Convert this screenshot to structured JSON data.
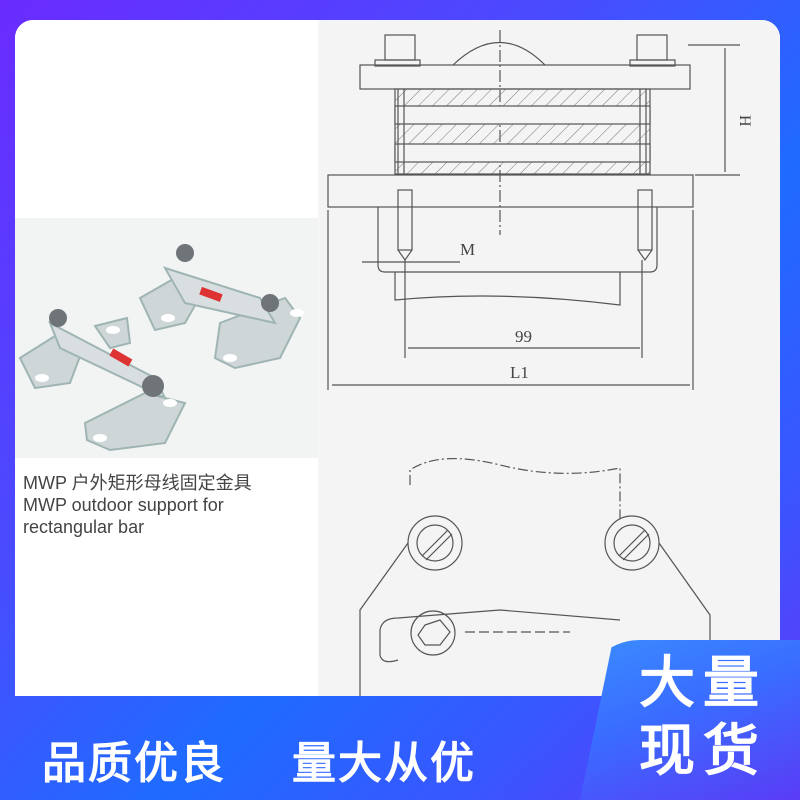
{
  "product": {
    "caption_cn": "MWP 户外矩形母线固定金具",
    "caption_en_line1": "MWP outdoor support for",
    "caption_en_line2": "rectangular bar",
    "photo_icon": "bus-bar-clamp-photo"
  },
  "drawing": {
    "dimensions": {
      "height_label": "H",
      "thread_label": "M",
      "hole_spacing": "99",
      "length_label": "L1"
    }
  },
  "banner": {
    "slogan_1": "品质优良",
    "slogan_2": "量大从优",
    "badge_line1": "大量",
    "badge_line2": "现货"
  },
  "colors": {
    "frame_purple": "#6a2bff",
    "frame_blue": "#1f6bff",
    "text_white": "#ffffff",
    "caption_gray": "#444444"
  }
}
